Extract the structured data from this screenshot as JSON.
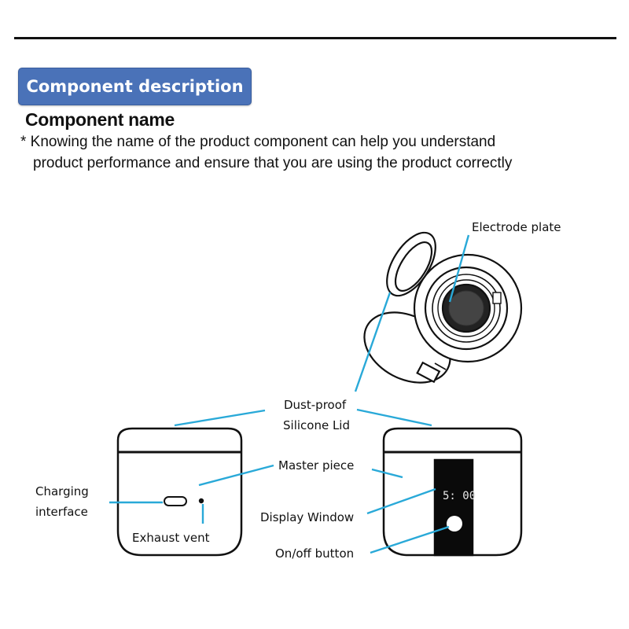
{
  "header": {
    "section_tab": "Component description",
    "heading": "Component name",
    "note_line_1": "* Knowing the name of the product component can help you understand",
    "note_line_2": "product performance and ensure that you are using the product correctly"
  },
  "labels": {
    "electrode_plate": "Electrode plate",
    "dust_proof_line_1": "Dust-proof",
    "dust_proof_line_2": "Silicone Lid",
    "master_piece": "Master piece",
    "charging_line_1": "Charging",
    "charging_line_2": "interface",
    "exhaust_vent": "Exhaust vent",
    "display_window": "Display Window",
    "on_off_button": "On/off button"
  },
  "display": {
    "readout": "5: 00"
  },
  "colors": {
    "accent": "#4a72b8",
    "leader": "#29a9d8"
  }
}
